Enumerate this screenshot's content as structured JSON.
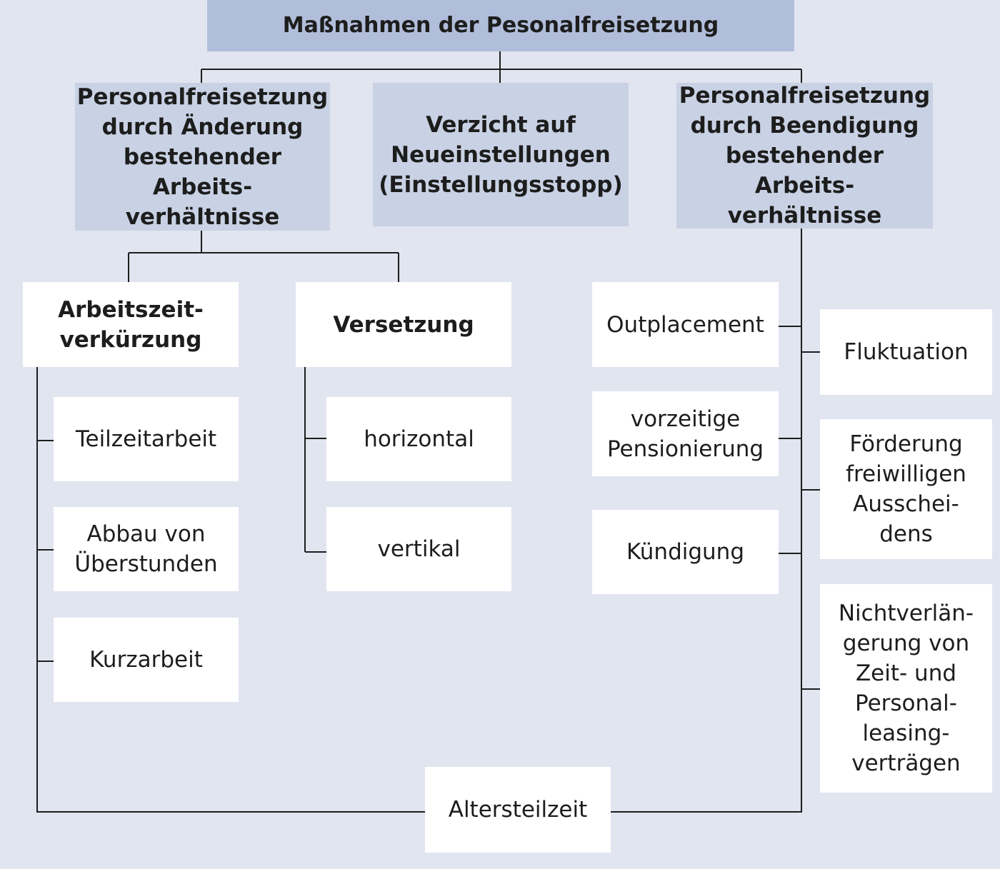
{
  "title": "Maßnahmen der Pesonalfreisetzung",
  "categories": {
    "aenderung": "Personalfreisetzung\ndurch Änderung\nbestehender Arbeits-\nverhältnisse",
    "verzicht": "Verzicht auf\nNeueinstellungen\n(Einstellungsstopp)",
    "beendigung": "Personalfreisetzung\ndurch Beendigung\nbestehender Arbeits-\nverhältnisse"
  },
  "aenderung_branches": {
    "arbeitszeit": "Arbeitszeit-\nverkürzung",
    "versetzung": "Versetzung"
  },
  "arbeitszeit_items": [
    "Teilzeitarbeit",
    "Abbau von\nÜberstunden",
    "Kurzarbeit"
  ],
  "versetzung_items": [
    "horizontal",
    "vertikal"
  ],
  "beendigung_left_items": [
    "Outplacement",
    "vorzeitige\nPensionierung",
    "Kündigung"
  ],
  "beendigung_right_items": [
    "Fluktuation",
    "Förderung\nfreiwilligen\nAusschei-\ndens",
    "Nichtverlän-\ngerung von\nZeit- und\nPersonal-\nleasing-\nverträgen"
  ],
  "shared_item": "Altersteilzeit",
  "colors": {
    "title_fill": "#b1bedb",
    "category_fill": "#c9d2e4",
    "leaf_fill": "#ffffff",
    "background": "#e1e5f0",
    "line": "#1d1d1d"
  }
}
